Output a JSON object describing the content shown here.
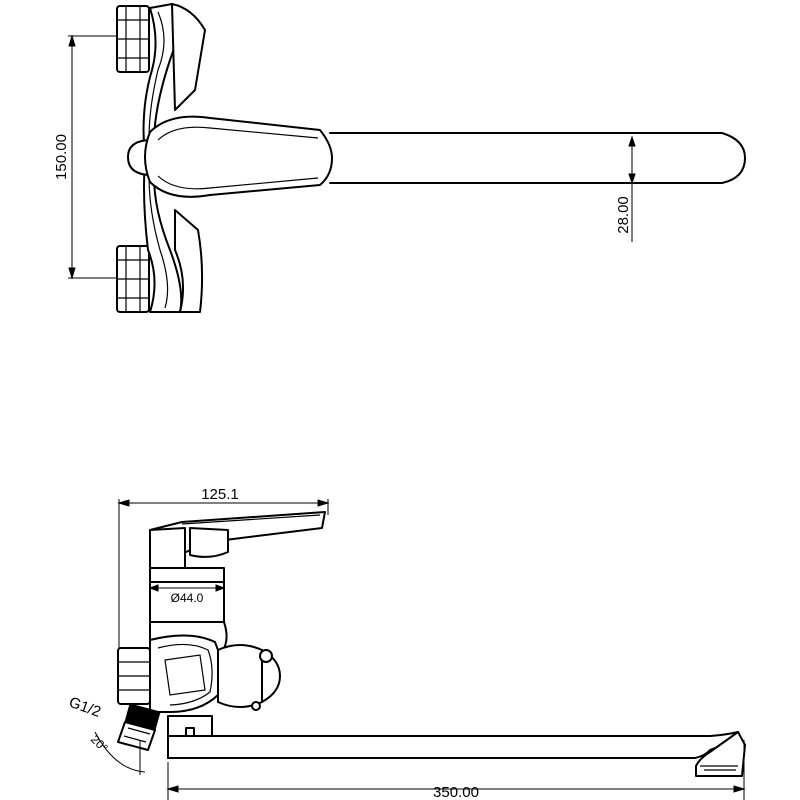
{
  "top_view": {
    "height_dim": "150.00",
    "handle_dim": "28.00"
  },
  "side_view": {
    "width_dim": "125.1",
    "diameter_dim": "Ø44.0",
    "thread_label": "G1/2",
    "angle_label": "20°",
    "spout_dim": "350.00"
  }
}
